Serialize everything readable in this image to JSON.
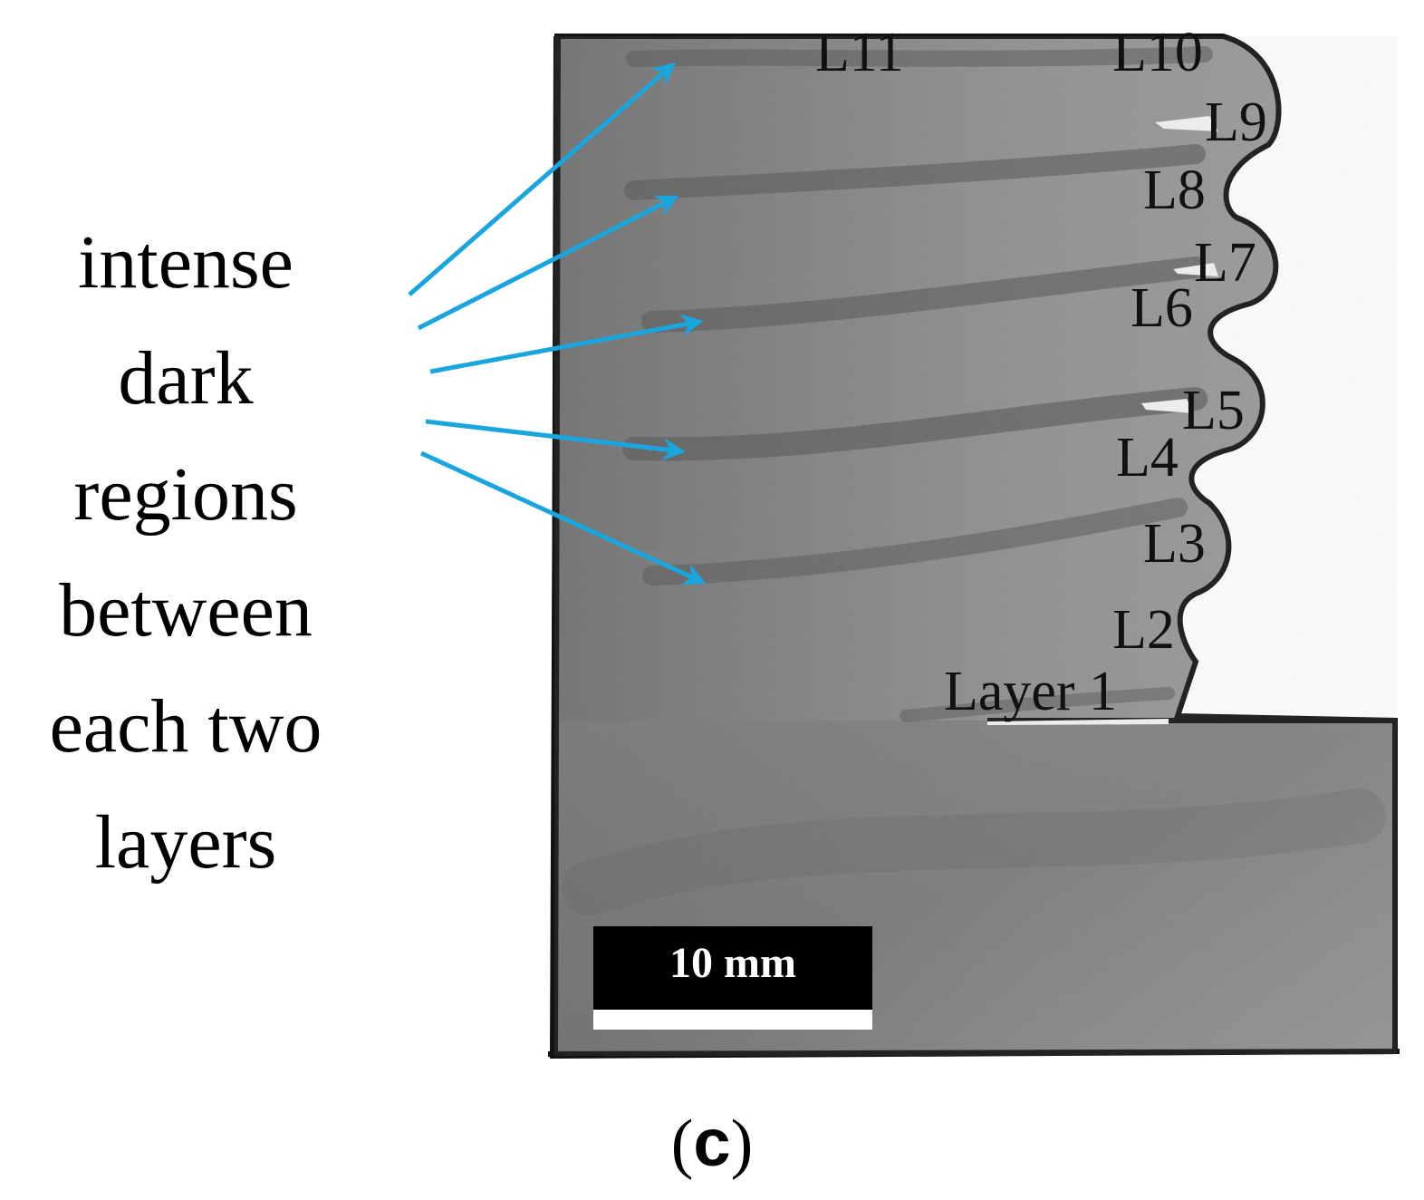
{
  "annotation": {
    "lines": [
      "intense",
      "dark",
      "regions",
      "between",
      "each two",
      "layers"
    ]
  },
  "layer_labels": [
    "L11",
    "L10",
    "L9",
    "L8",
    "L7",
    "L6",
    "L5",
    "L4",
    "L3",
    "L2",
    "Layer 1"
  ],
  "scale_bar": {
    "label": "10 mm"
  },
  "caption": {
    "open": "(",
    "letter": "c",
    "close": ")"
  },
  "colors": {
    "arrow": "#1aa6dc",
    "specimen_gray": "#8a8a8a",
    "dark_band": "#545454",
    "outline": "#111111",
    "text": "#000000",
    "scale_bar_black": "#000000",
    "scale_bar_white": "#ffffff"
  }
}
